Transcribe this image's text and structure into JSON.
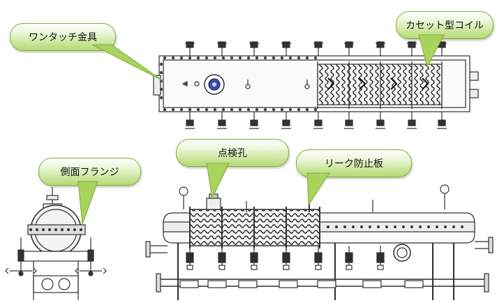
{
  "callouts": {
    "one_touch": "ワンタッチ金具",
    "cassette_coil": "カセット型コイル",
    "side_flange": "側面フランジ",
    "inspection_hole": "点検孔",
    "leak_plate": "リーク防止板"
  },
  "colors": {
    "line": "#2f2f2f",
    "fill_light": "#f7f7f7",
    "coil_dark": "#3d3d3d",
    "callout_green": "#9ccc4e",
    "window_blue": "#3b4fa8"
  }
}
